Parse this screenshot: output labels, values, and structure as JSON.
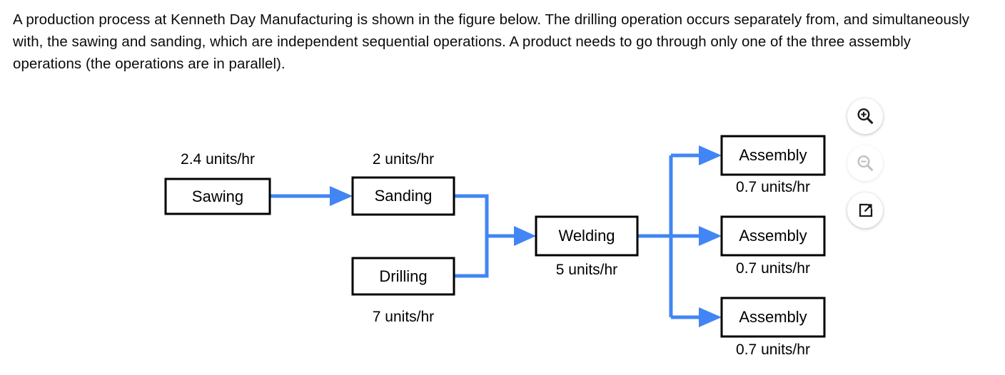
{
  "question": {
    "text": "A production process at Kenneth Day Manufacturing is shown in the figure below. The drilling operation occurs separately from, and simultaneously with, the sawing and sanding, which are independent sequential operations. A product needs to go through only one of the three assembly operations (the operations are in parallel)."
  },
  "diagram": {
    "accent_color": "#4285f4",
    "box_border_color": "#000000",
    "nodes": {
      "sawing": {
        "label": "Sawing",
        "rate": "2.4 units/hr",
        "rate_position": "above"
      },
      "sanding": {
        "label": "Sanding",
        "rate": "2 units/hr",
        "rate_position": "above"
      },
      "drilling": {
        "label": "Drilling",
        "rate": "7 units/hr",
        "rate_position": "below"
      },
      "welding": {
        "label": "Welding",
        "rate": "5 units/hr",
        "rate_position": "below"
      },
      "assembly_top": {
        "label": "Assembly",
        "rate": "0.7 units/hr",
        "rate_position": "below"
      },
      "assembly_middle": {
        "label": "Assembly",
        "rate": "0.7 units/hr",
        "rate_position": "below"
      },
      "assembly_bottom": {
        "label": "Assembly",
        "rate": "0.7 units/hr",
        "rate_position": "below"
      }
    }
  },
  "toolbar": {
    "zoom_in": {
      "icon": "zoom-in-icon",
      "enabled": true
    },
    "zoom_out": {
      "icon": "zoom-out-icon",
      "enabled": false
    },
    "open_external": {
      "icon": "open-in-new-window-icon",
      "enabled": true
    }
  }
}
